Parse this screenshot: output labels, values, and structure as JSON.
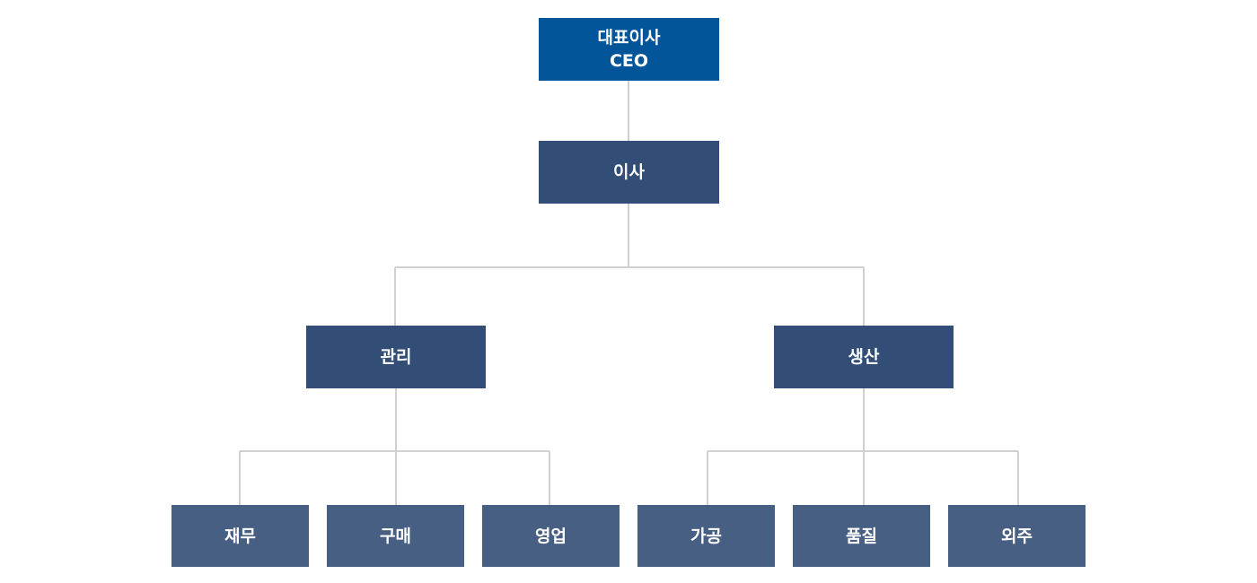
{
  "colors": {
    "ceo_box": "#03559a",
    "mid_box": "#324e76",
    "team_box": "#485f84",
    "connector": "#d0d0d0",
    "text": "#ffffff"
  },
  "ceo": {
    "title_ko": "대표이사",
    "title_en": "CEO"
  },
  "director": {
    "label": "이사"
  },
  "departments": [
    {
      "label": "관리",
      "teams": [
        "재무",
        "구매",
        "영업"
      ]
    },
    {
      "label": "생산",
      "teams": [
        "가공",
        "품질",
        "외주"
      ]
    }
  ]
}
